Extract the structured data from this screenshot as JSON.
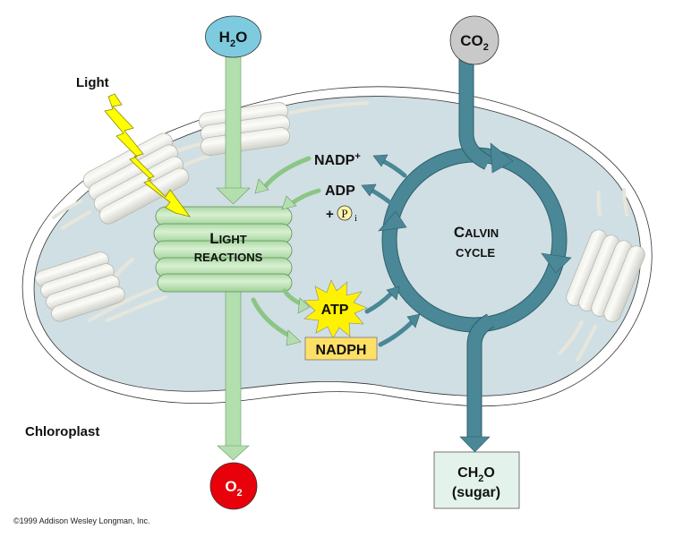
{
  "title": "Photosynthesis overview: Light reactions and Calvin cycle in the chloroplast",
  "labels": {
    "light": "Light",
    "chloroplast": "Chloroplast",
    "light_reactions_line1_cap": "L",
    "light_reactions_line1_rest": "IGHT",
    "light_reactions_line2": "REACTIONS",
    "calvin_line1_cap": "C",
    "calvin_line1_rest": "ALVIN",
    "calvin_line2": "CYCLE",
    "nadp_plus_base": "NADP",
    "nadp_plus_sup": "+",
    "adp": "ADP",
    "plus_sign": "+",
    "phosphate_symbol": "P",
    "phosphate_sub": "i",
    "atp": "ATP",
    "nadph": "NADPH",
    "copyright": "©1999 Addison Wesley Longman, Inc."
  },
  "molecules": {
    "h2o": {
      "base": "H",
      "sub": "2",
      "tail": "O"
    },
    "co2": {
      "base": "CO",
      "sub": "2"
    },
    "o2": {
      "base": "O",
      "sub": "2"
    },
    "ch2o": {
      "base": "CH",
      "sub": "2",
      "tail": "O",
      "line2": "(sugar)"
    }
  },
  "colors": {
    "stroma": "#d0dfe3",
    "light_reaction_green": "#b3dfae",
    "calvin_teal": "#4a8797",
    "h2o_blue": "#7ecbe0",
    "co2_gray": "#c9c9c9",
    "o2_red": "#e8000a",
    "atp_yellow": "#fff200",
    "nadph_yellow": "#ffe066",
    "sugar_box": "#e3f3ec",
    "light_bolt": "#ffff00"
  }
}
